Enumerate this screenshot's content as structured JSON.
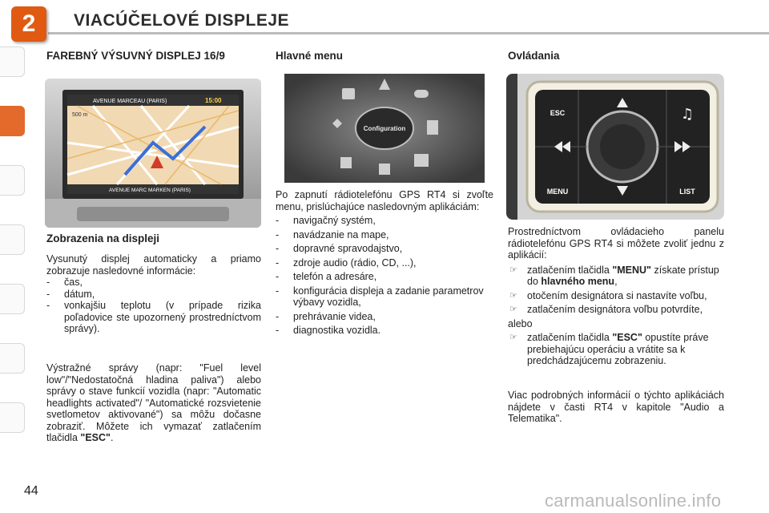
{
  "header": {
    "chapter_number": "2",
    "title": "VIACÚČELOVÉ DISPLEJE"
  },
  "col1": {
    "title": "FAREBNÝ VÝSUVNÝ DISPLEJ 16/9",
    "image": {
      "top_bar_left": "AVENUE MARCEAU (PARIS)",
      "top_bar_right": "15:00",
      "bottom_bar": "AVENUE MARC MARKEN (PARIS)",
      "distance": "500 m"
    },
    "subtitle": "Zobrazenia na displeji",
    "intro": "Vysunutý displej automaticky a priamo zobrazuje nasledovné informácie:",
    "items": [
      "čas,",
      "dátum,",
      "vonkajšiu teplotu (v prípade rizika poľadovice ste upozornený prostredníctvom správy)."
    ],
    "warning_text": "Výstražné správy (napr: \"Fuel level low\"/\"Nedostatočná hladina paliva\") alebo správy o stave funkcií vozidla (napr: \"Automatic headlights activated\"/ \"Automatické rozsvietenie svetlometov aktivované\") sa môžu dočasne zobraziť. Môžete ich vymazať zatlačením tlačidla",
    "warning_key": "\"ESC\"",
    "warning_end": "."
  },
  "col2": {
    "title": "Hlavné menu",
    "image_label": "Configuration",
    "intro": "Po zapnutí rádiotelefónu GPS RT4 si zvoľte menu, prislúchajúce nasledovným aplikáciám:",
    "items": [
      "navigačný systém,",
      "navádzanie na mape,",
      "dopravné spravodajstvo,",
      "zdroje audio (rádio, CD, ...),",
      "telefón a adresáre,",
      "konfigurácia displeja a zadanie parametrov výbavy vozidla,",
      "prehrávanie videa,",
      "diagnostika vozidla."
    ]
  },
  "col3": {
    "title": "Ovládania",
    "panel": {
      "esc": "ESC",
      "menu": "MENU",
      "list": "LIST"
    },
    "intro": "Prostredníctvom ovládacieho panelu rádiotelefónu GPS RT4 si môžete zvoliť jednu z aplikácií:",
    "b1_a": "zatlačením tlačidla",
    "b1_key": "\"MENU\"",
    "b1_b": "získate prístup do",
    "b1_strong": "hlavného menu",
    "b1_c": ",",
    "b2": "otočením designátora si nastavíte voľbu,",
    "b3": "zatlačením designátora voľbu potvrdíte,",
    "or": "alebo",
    "b4_a": "zatlačením tlačidla",
    "b4_key": "\"ESC\"",
    "b4_b": "opustíte práve prebiehajúcu operáciu a vrátite sa k predchádzajúcemu zobrazeniu.",
    "footer": "Viac podrobných informácií o týchto aplikáciách nájdete v časti RT4 v kapitole \"Audio a Telematika\"."
  },
  "page_number": "44",
  "watermark": "carmanualsonline.info",
  "colors": {
    "accent": "#e05a12"
  }
}
